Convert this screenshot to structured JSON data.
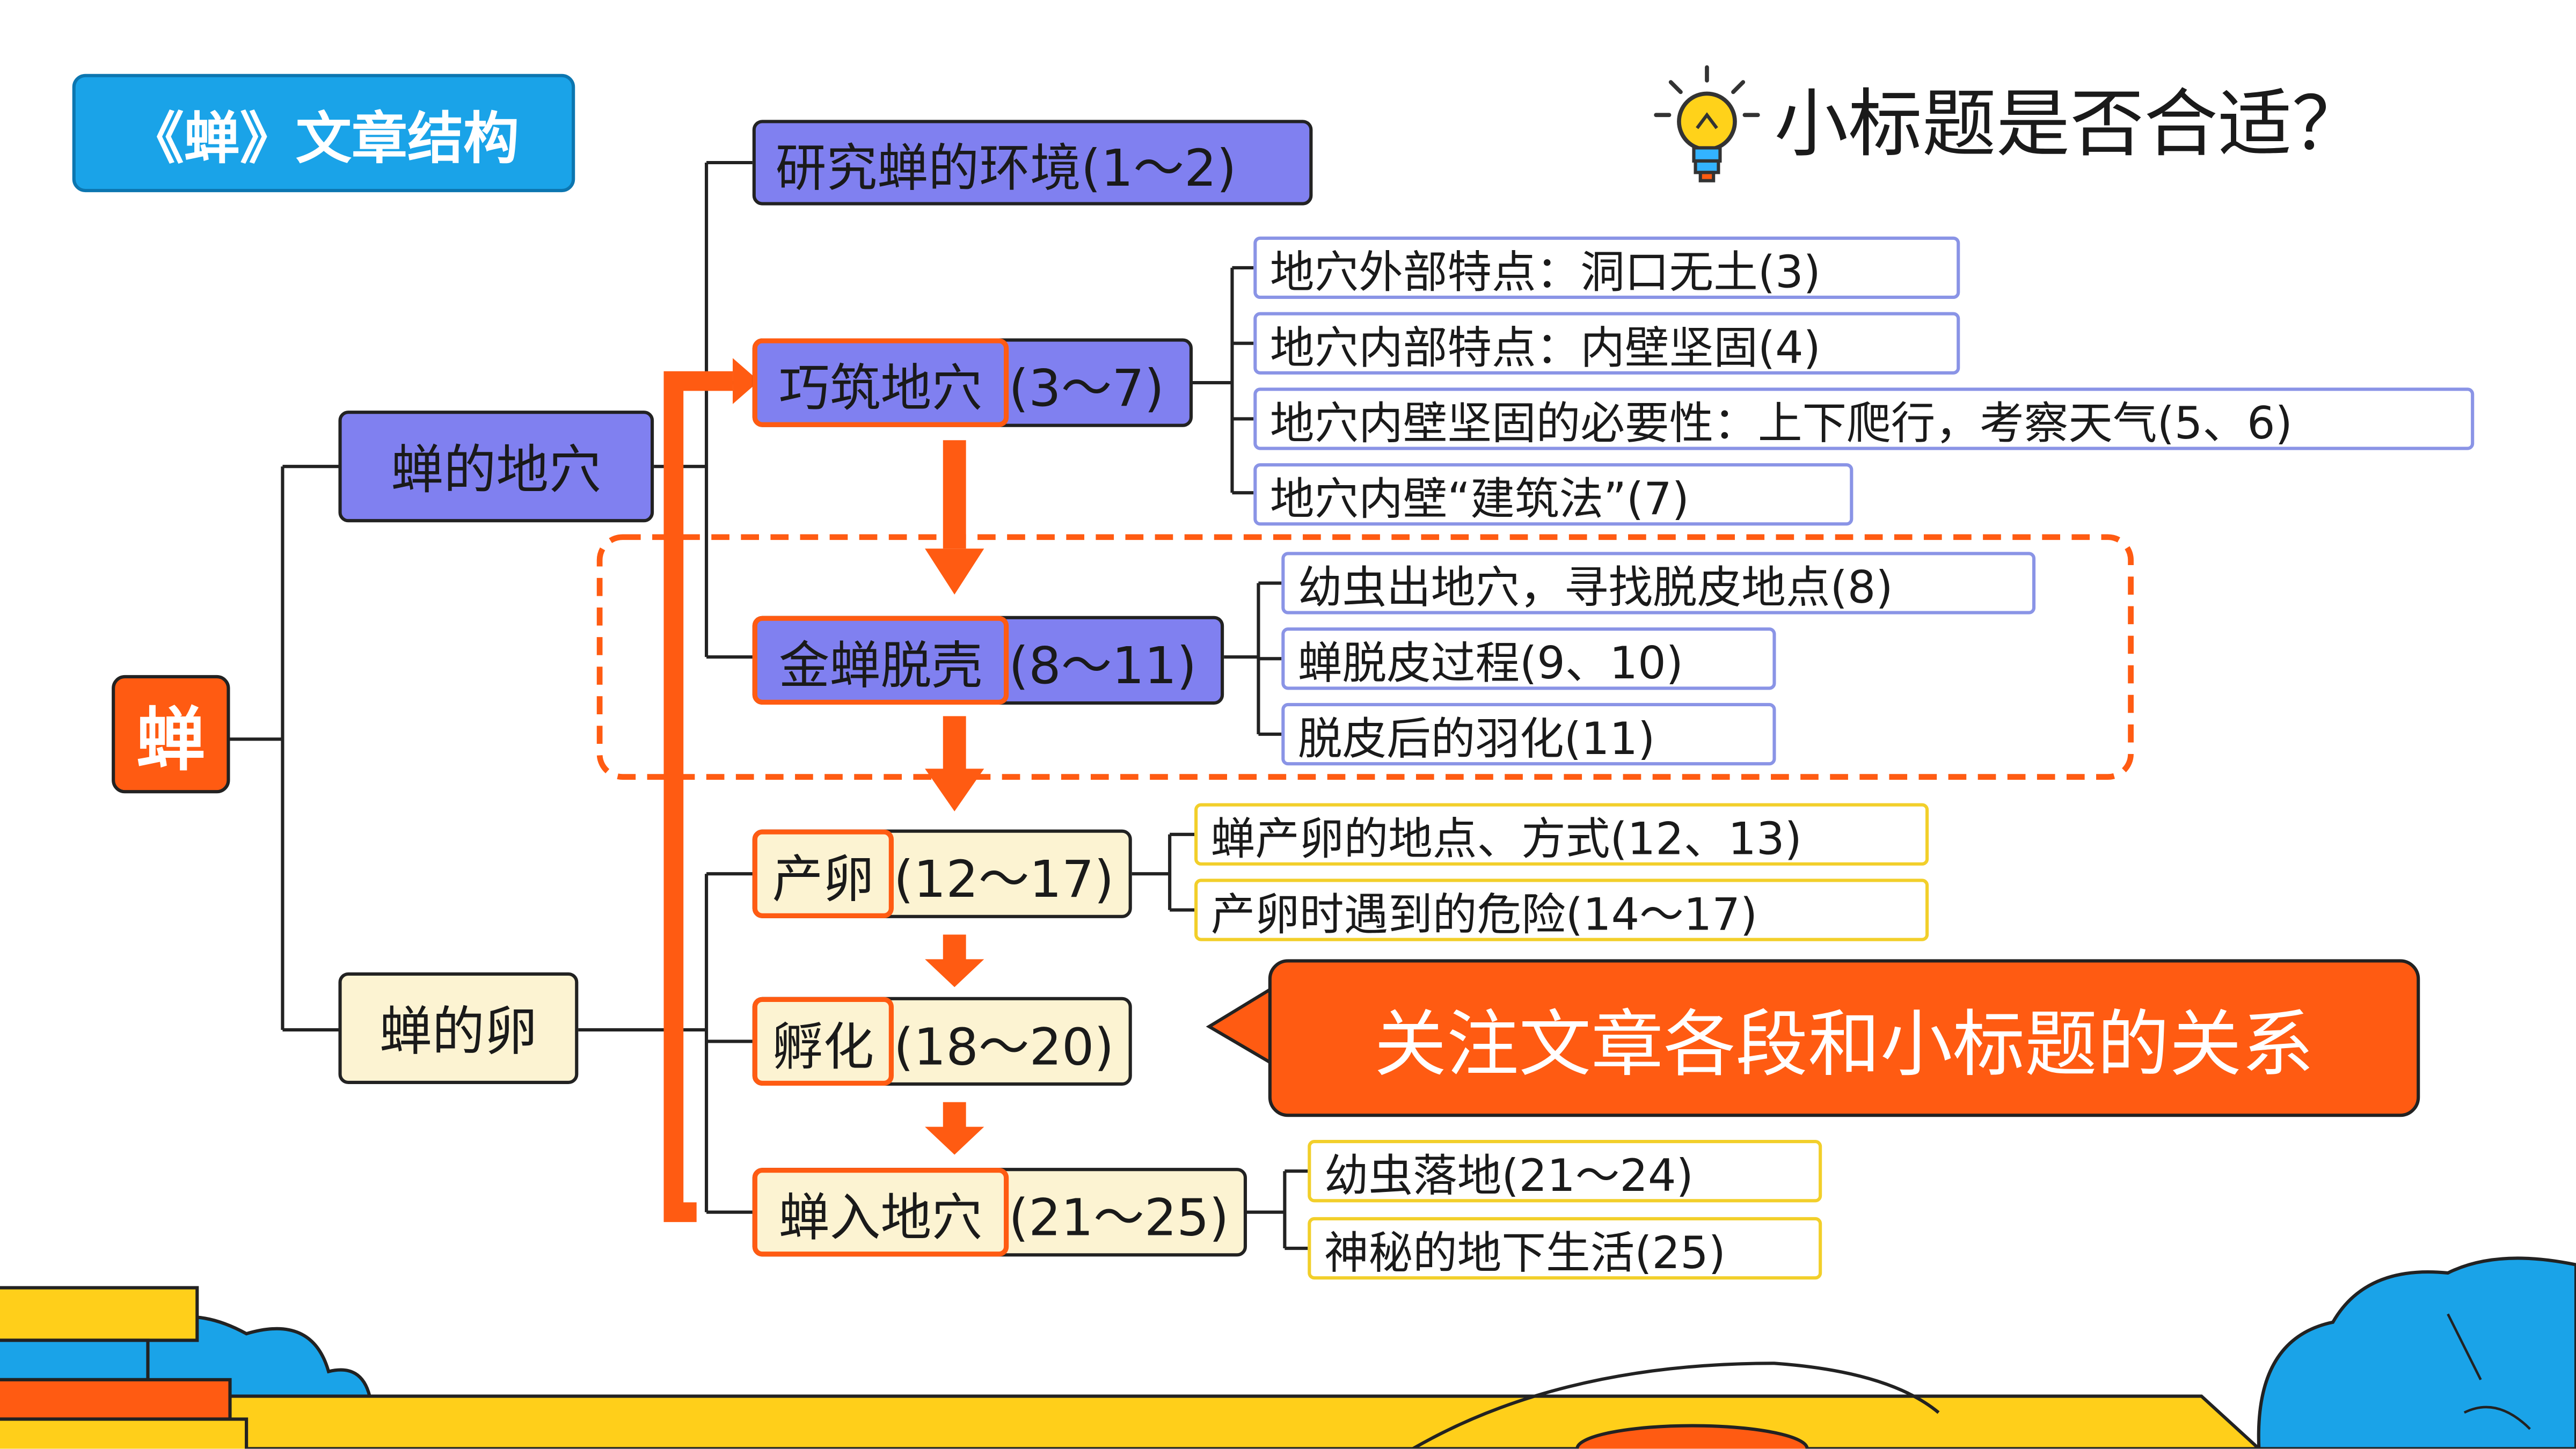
{
  "header": {
    "title": "《蝉》文章结构",
    "question": "小标题是否合适？"
  },
  "root": {
    "label": "蝉"
  },
  "branches": {
    "burrow": {
      "label": "蝉的地穴"
    },
    "egg": {
      "label": "蝉的卵"
    }
  },
  "sections": {
    "s1": {
      "label": "研究蝉的环境(1～2)"
    },
    "s2": {
      "title": "巧筑地穴",
      "range": "(3～7)"
    },
    "s3": {
      "title": "金蝉脱壳",
      "range": "(8～11)"
    },
    "s4": {
      "title": "产卵",
      "range": "(12～17)"
    },
    "s5": {
      "title": "孵化",
      "range": "(18～20)"
    },
    "s6": {
      "title": "蝉入地穴",
      "range": "(21～25)"
    }
  },
  "details": {
    "s2": [
      "地穴外部特点：洞口无土(3)",
      "地穴内部特点：内壁坚固(4)",
      "地穴内壁坚固的必要性：上下爬行，考察天气(5、6)",
      "地穴内壁“建筑法”(7)"
    ],
    "s3": [
      "幼虫出地穴，寻找脱皮地点(8)",
      "蝉脱皮过程(9、10)",
      "脱皮后的羽化(11)"
    ],
    "s4": [
      "蝉产卵的地点、方式(12、13)",
      "产卵时遇到的危险(14～17)"
    ],
    "s6": [
      "幼虫落地(21～24)",
      "神秘的地下生活(25)"
    ]
  },
  "callout": {
    "text": "关注文章各段和小标题的关系"
  },
  "colors": {
    "accent": "#ff5b12",
    "title_blue": "#1aa3e8",
    "purple": "#8080f0",
    "cream": "#fcf3d2"
  },
  "icons": {
    "idea": "lightbulb-icon"
  }
}
